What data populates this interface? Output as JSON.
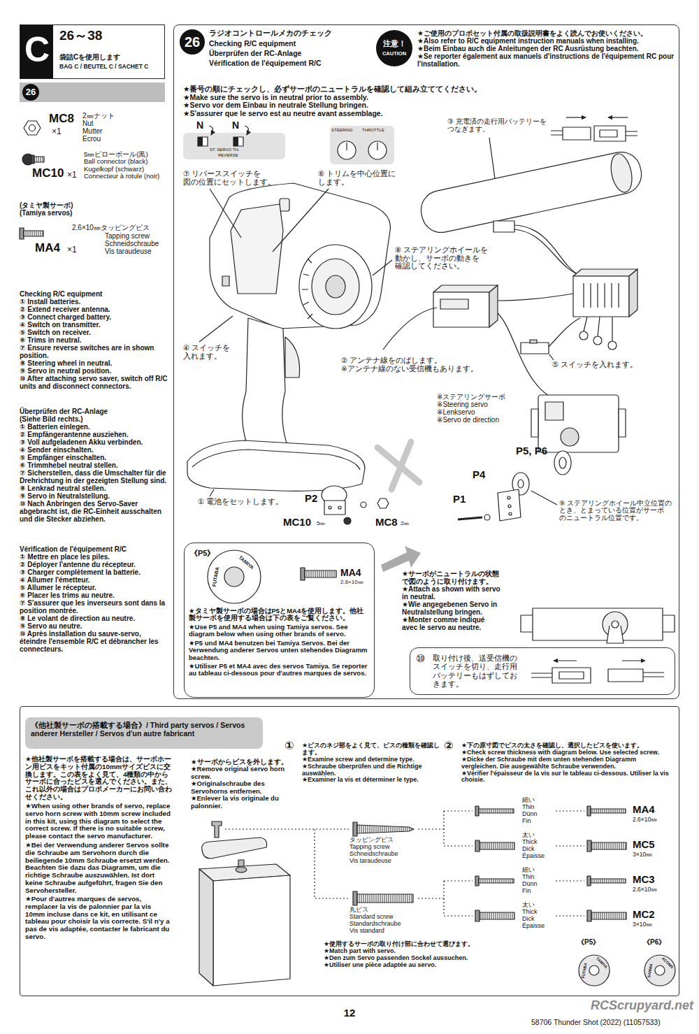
{
  "diagram": {
    "nodes": [
      {
        "text": [
          "C",
          "26～38",
          "袋詰Cを使用します",
          "BAG C / BEUTEL C / SACHET C"
        ]
      },
      {
        "text": [
          "26"
        ]
      },
      {
        "text": [
          "26",
          "ラジオコントロールメカのチェック",
          "Checking R/C equipment",
          "Überprüfen der RC-Anlage",
          "Vérification de l'équipement R/C"
        ]
      },
      {
        "text": [
          "注意！",
          "CAUTION"
        ],
        "in": 2
      },
      {
        "text": [
          "《P5》",
          "★タミヤ製サーボの場合はP5とMA4を使用します。他社製サーボを使用する場合は下の表をご覧ください。",
          "★Use P5 and MA4 when using Tamiya servos. See diagram below when using other brands of servo.",
          "★P5 und MA4 benutzen bei Tamiya Servos. Bei der Verwendung anderer Servos unten stehendes Diagramm beachten.",
          "★Utiliser P5 et MA4 avec des servos Tamiya. Se reporter au tableau ci-dessous pour d'autres marques de servos."
        ],
        "in": 2
      },
      {
        "text": [
          "⑩",
          "取り付け後、送受信機のスイッチを切り、走行用バッテリーもはずしておきます。"
        ],
        "in": 2
      },
      {
        "text": [
          "★他社製サーボを搭載する場合は、サーボホーン用ビスをキット付属の10mmサイズビスに交換します。この表をよく見て、4種類の中からサーボに合ったビスを選んでください。また、これ以外の場合はプロポメーカーにお問い合わせください。",
          "★When using other brands of servo, replace servo horn screw with 10mm screw included in this kit, using this diagram to select the correct screw. If there is no suitable screw, please contact the servo manufacturer.",
          "★Bei der Verwendung anderer Servos sollte die Schraube am Servohorn durch die beiliegende 10mm Schraube ersetzt werden. Beachten Sie dazu das Diagramm, um die richtige Schraube auszuwählen. Ist dort keine Schraube aufgeführt, fragen Sie den Servohersteller.",
          "★Pour d'autres marques de servos, remplacer la vis de palonnier par la vis 10mm incluse dans ce kit, en utilisant ce tableau pour choisir la vis correcte. S'il n'y a pas de vis adaptée, contacter le fabricant du servo."
        ]
      },
      {
        "text": [
          "《他社製サーボの搭載する場合》/ Third party servos / Servos anderer Hersteller / Servos d'un autre fabricant"
        ],
        "in": 6
      }
    ],
    "labels": [
      "MC8",
      "×1",
      "2㎜ナット",
      "Nut",
      "Mutter",
      "Ecrou",
      "5㎜ピローボール(黒)",
      "Ball connector (black)",
      "Kugelkopf (schwarz)",
      "Connecteur à rotule (noir)",
      "MC10",
      "×1",
      "(タミヤ製サーボ)",
      "(Tamiya servos)",
      "2.6×10㎜タッピングビス",
      "Tapping screw",
      "Schneidschraube",
      "Vis taraudeuse",
      "MA4",
      "×1",
      "Checking R/C equipment",
      "① Install batteries.",
      "② Extend receiver antenna.",
      "③ Connect charged battery.",
      "④ Switch on transmitter.",
      "⑤ Switch on receiver.",
      "⑥ Trims in neutral.",
      "⑦ Ensure reverse switches are in shown position.",
      "⑧ Steering wheel in neutral.",
      "⑨ Servo in neutral position.",
      "⑩ After attaching servo saver, switch off R/C units and disconnect connectors.",
      "Überprüfen der RC-Anlage",
      "(Siehe Bild rechts.)",
      "① Batterien einlegen.",
      "② Empfängerantenne ausziehen.",
      "③ Voll aufgeladenen Akku verbinden.",
      "④ Sender einschalten.",
      "⑤ Empfänger einschalten.",
      "⑥ Trimmhebel neutral stellen.",
      "⑦ Sicherstellen, dass die Umschalter für die Drehrichtung in der gezeigten Stellung sind.",
      "⑧ Lenkrad neutral stellen.",
      "⑨ Servo in Neutralstellung.",
      "⑩ Nach Anbringen des Servo-Saver abgebracht ist, die RC-Einheit ausschalten und die Stecker abziehen.",
      "Vérification de l'équipement R/C",
      "① Mettre en place les piles.",
      "② Déployer l'antenne du récepteur.",
      "③ Charger complètement la batterie.",
      "④ Allumer l'émetteur.",
      "⑤ Allumer le récepteur.",
      "⑥ Placer les trims au neutre.",
      "⑦ S'assurer que les inverseurs sont dans la position montrée.",
      "⑧ Le volant de direction au neutre.",
      "⑨ Servo au neutre.",
      "⑩ Après installation du sauve-servo, éteindre l'ensemble R/C et débrancher les connecteurs.",
      "★ご使用のプロポセット付属の取扱説明書をよく読んでお使いください。",
      "★Also refer to R/C equipment instruction manuals when installing.",
      "★Beim Einbau auch die Anleitungen der RC Ausrüstung beachten.",
      "★Se reporter également aux manuels d'instructions de l'équipement RC pour l'installation.",
      "★番号の順にチェックし、必ずサーボのニュートラルを確認して組み立ててください。",
      "★Make sure the servo is in neutral prior to assembly.",
      "★Servo vor dem Einbau in neutrale Stellung bringen.",
      "★S'assurer que le servo est au neutre avant assemblage.",
      "N",
      "N",
      "ST. SERVO TH.",
      "REVERSE",
      "STEERING",
      "THROTTLE",
      "⑦ リバーススイッチを",
      "図の位置にセットします。",
      "⑥ トリムを中心位置に",
      "します。",
      "③ 充電済の走行用バッテリーを",
      "つなぎます。",
      "⑧ ステアリングホイールを",
      "動かし、サーボの動きを",
      "確認してください。",
      "④ スイッチを",
      "入れます。",
      "② アンテナ線をのばします。",
      "※アンテナ線のない受信機もあります。",
      "⑤ スイッチを入れます。",
      "※ステアリングサーボ",
      "※Steering servo",
      "※Lenkservo",
      "※Servo de direction",
      "P5, P6",
      "P4",
      "P2",
      "P1",
      "MC10",
      "5㎜",
      "MC8",
      "2㎜",
      "① 電池をセットします。",
      "⑨ ステアリングホイール中立位置の",
      "とき、とまっている位置がサーボ",
      "のニュートラル位置です。",
      "TAMIYA",
      "FUTABA",
      "MA4",
      "2.6×10㎜",
      "★サーボがニュートラルの状態",
      "で図のように取り付けます。",
      "★Attach as shown with servo",
      "in neutral.",
      "★Wie angegebenen Servo in",
      "Neutralstellung bringen.",
      "★Monter comme indiqué",
      "avec le servo au neutre.",
      "★サーボからビスを外します。",
      "★Remove original servo horn screw.",
      "★Originalschraube des Servohorns entfernen.",
      "★Enlever la vis originale du palonnier.",
      "①",
      "★ビスのネジ部をよく見て、ビスの種類を確認します。",
      "★Examine screw and determine type.",
      "★Schraube überprüfen und die Richtige auswählen.",
      "★Examiner la vis et déterminer le type.",
      "②",
      "★下の原寸図でビスの太さを確認し、選択したビスを使います。",
      "★Check screw thickness with diagram below. Use selected screw.",
      "★Dicke der Schraube mit dem unten stehenden Diagramm vergleichen. Die ausgewählte Schraube verwenden.",
      "★Vérifier l'épaisseur de la vis sur le tableau ci-dessous. Utiliser la vis choisie.",
      "タッピングビス",
      "Tapping screw",
      "Schneidschraube",
      "Vis taraudeuse",
      "丸ビス",
      "Standard screw",
      "Standardschraube",
      "Vis standard",
      "細い",
      "Thin",
      "Dünn",
      "Fin",
      "太い",
      "Thick",
      "Dick",
      "Épaisse",
      "細い",
      "Thin",
      "Dünn",
      "Fin",
      "太い",
      "Thick",
      "Dick",
      "Épaisse",
      "MA4",
      "2.6×10㎜",
      "MC5",
      "3×10㎜",
      "MC3",
      "2.6×10㎜",
      "MC2",
      "3×10㎜",
      "★使用するサーボの取り付け部に合わせて選びます。",
      "★Match part with servo.",
      "★Den zum Servo passenden Sockel aussuchen.",
      "★Utiliser une pièce adaptée au servo.",
      "《P5》",
      "《P6》",
      "FUTABA",
      "TAMIYA",
      "SANWA",
      "ACOMS",
      "12",
      "58706 Thunder Shot (2022) (11057533)",
      "RCScrupyard.net"
    ]
  }
}
